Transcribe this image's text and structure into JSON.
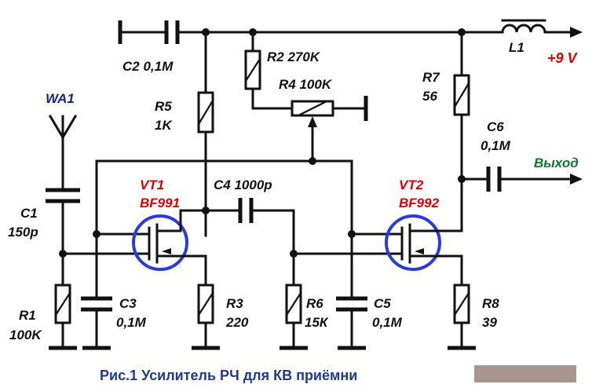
{
  "labels": {
    "c2": "C2  0,1M",
    "r2": "R2  270K",
    "r4": "R4  100K",
    "r5_name": "R5",
    "r5_val": "1K",
    "r7_name": "R7",
    "r7_val": "56",
    "l1": "L1",
    "supply": "+9 V",
    "wa1": "WA1",
    "c1_name": "C1",
    "c1_val": "150p",
    "r1_name": "R1",
    "r1_val": "100K",
    "vt1_name": "VT1",
    "vt1_type": "BF991",
    "c4": "C4  1000p",
    "vt2_name": "VT2",
    "vt2_type": "BF992",
    "c6_name": "C6",
    "c6_val": "0,1M",
    "output": "Выход",
    "c3_name": "C3",
    "c3_val": "0,1M",
    "r3_name": "R3",
    "r3_val": "220",
    "r6_name": "R6",
    "r6_val": "15К",
    "c5_name": "C5",
    "c5_val": "0,1M",
    "r8_name": "R8",
    "r8_val": "39"
  },
  "caption": "Рис.1 Усилитель РЧ для КВ приёмни",
  "colors": {
    "wire": "#111111",
    "transistor_ring": "#2a3bd6",
    "transistor_label": "#e00000",
    "supply_label": "#e00000",
    "output_label": "#0a7a28",
    "antenna_label": "#1a237e",
    "caption": "#1f3a8a",
    "watermark_block": "#a8968f"
  }
}
